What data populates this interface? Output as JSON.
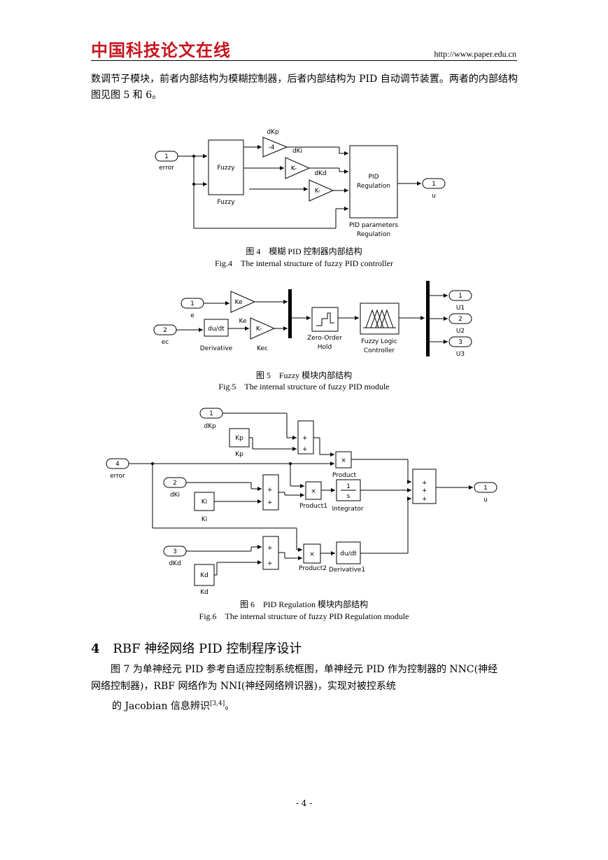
{
  "header": {
    "logo": "中国科技论文在线",
    "url": "http://www.paper.edu.cn"
  },
  "intro_text": "数调节子模块，前者内部结构为模糊控制器，后者内部结构为 PID 自动调节装置。两者的内部结构图见图 5 和 6。",
  "fig4": {
    "caption_cn": "图 4　模糊 PID 控制器内部结构",
    "caption_en": "Fig.4　The internal structure of fuzzy PID controller",
    "labels": {
      "in_num": "1",
      "in_name": "error",
      "fuzzy_block": "Fuzzy",
      "fuzzy_name": "Fuzzy",
      "gain1": "-4",
      "gain2": "K-",
      "gain3": "K-",
      "dkp": "dKp",
      "dki": "dKi",
      "dkd": "dKd",
      "pid_line1": "PID",
      "pid_line2": "Regulation",
      "pid_name1": "PID parameters",
      "pid_name2": "Regulation",
      "out_num": "1",
      "out_name": "u"
    }
  },
  "fig5": {
    "caption_cn": "图 5　Fuzzy 模块内部结构",
    "caption_en": "Fig.5　The internal structure of fuzzy PID module",
    "labels": {
      "in1_num": "1",
      "in1_name": "e",
      "in2_num": "2",
      "in2_name": "ec",
      "ke_gain": "Ke",
      "ke_name": "Ke",
      "deriv_block": "du/dt",
      "deriv_name": "Derivative",
      "kec_gain": "K-",
      "kec_name": "Kec",
      "zoh_name1": "Zero-Order",
      "zoh_name2": "Hold",
      "flc_name1": "Fuzzy Logic",
      "flc_name2": "Controller",
      "out1_num": "1",
      "out1_name": "U1",
      "out2_num": "2",
      "out2_name": "U2",
      "out3_num": "3",
      "out3_name": "U3"
    }
  },
  "fig6": {
    "caption_cn": "图 6　PID Regulation 模块内部结构",
    "caption_en": "Fig.6　The internal structure of fuzzy PID Regulation module",
    "labels": {
      "dkp_num": "1",
      "dkp_name": "dKp",
      "kp_block": "Kp",
      "kp_name": "Kp",
      "err_num": "4",
      "err_name": "error",
      "dki_num": "2",
      "dki_name": "dKi",
      "ki_block": "Ki",
      "ki_name": "Ki",
      "dkd_num": "3",
      "dkd_name": "dKd",
      "kd_block": "Kd",
      "kd_name": "Kd",
      "plus": "+",
      "times": "×",
      "product": "Product",
      "product1": "Product1",
      "product2": "Product2",
      "int_num": "1",
      "int_den": "s",
      "int_name": "Integrator",
      "deriv_block": "du/dt",
      "deriv_name": "Derivative1",
      "out_num": "1",
      "out_name": "u"
    }
  },
  "section": {
    "number": "4",
    "title": "RBF 神经网络 PID 控制程序设计"
  },
  "body_text": {
    "line1": "图 7 为单神经元 PID 参考自适应控制系统框图，单神经元 PID 作为控制器的 NNC(神经",
    "line2": "网络控制器)，RBF 网络作为 NNI(神经网络辨识器)，实现对被控系统",
    "line3_pre": "的 Jacobian 信息辨识",
    "line3_ref": "[3,4]",
    "line3_post": "。"
  },
  "page_number": "- 4 -"
}
